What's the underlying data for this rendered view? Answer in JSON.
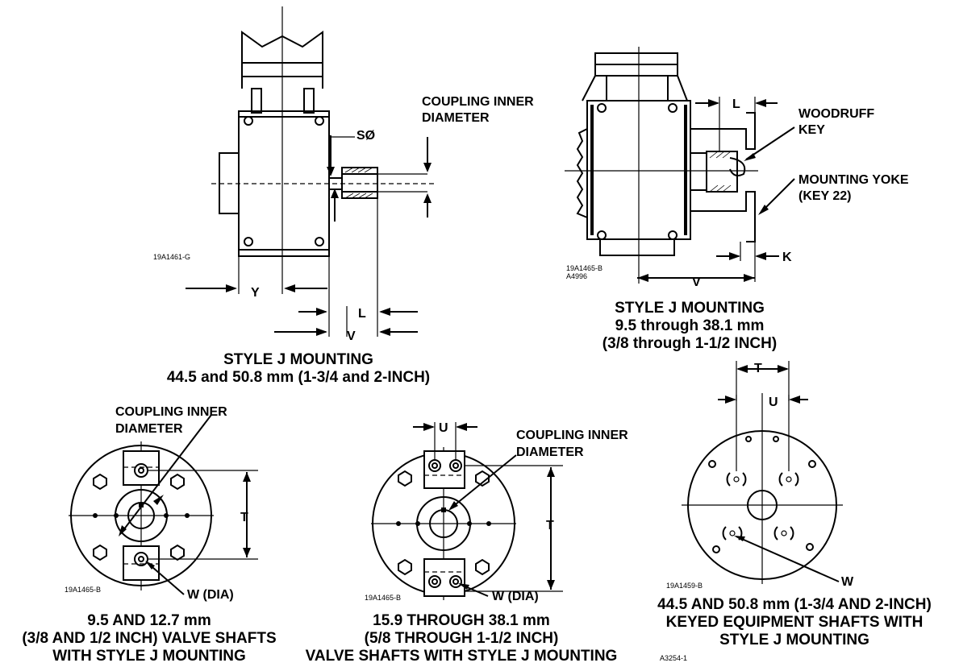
{
  "views": {
    "top_left": {
      "labels": {
        "coupling_inner_diameter_1": "COUPLING INNER",
        "coupling_inner_diameter_2": "DIAMETER",
        "s_dia": "SØ",
        "y": "Y",
        "l": "L",
        "v": "V"
      },
      "ref": "19A1461-G",
      "caption": [
        "STYLE J MOUNTING",
        "44.5 and 50.8 mm (1-3/4 and 2-INCH)"
      ]
    },
    "top_right": {
      "labels": {
        "l": "L",
        "woodruff_1": "WOODRUFF",
        "woodruff_2": "KEY",
        "yoke_1": "MOUNTING YOKE",
        "yoke_2": "(KEY 22)",
        "k": "K",
        "v": "V"
      },
      "ref": [
        "19A1465-B",
        "A4996"
      ],
      "caption": [
        "STYLE J MOUNTING",
        "9.5 through 38.1 mm",
        "(3/8 through 1-1/2 INCH)"
      ]
    },
    "bottom_left": {
      "labels": {
        "coupling_inner_diameter_1": "COUPLING INNER",
        "coupling_inner_diameter_2": "DIAMETER",
        "t": "T",
        "w_dia": "W (DIA)"
      },
      "ref": "19A1465-B",
      "caption": [
        "9.5 AND 12.7 mm",
        "(3/8 AND 1/2 INCH) VALVE SHAFTS",
        "WITH STYLE J MOUNTING"
      ]
    },
    "bottom_middle": {
      "labels": {
        "u": "U",
        "coupling_inner_diameter_1": "COUPLING INNER",
        "coupling_inner_diameter_2": "DIAMETER",
        "t": "T",
        "w_dia": "W (DIA)"
      },
      "ref": "19A1465-B",
      "caption": [
        "15.9 THROUGH 38.1 mm",
        "(5/8 THROUGH 1-1/2 INCH)",
        "VALVE SHAFTS WITH STYLE J MOUNTING"
      ]
    },
    "bottom_right": {
      "labels": {
        "t": "T",
        "u": "U",
        "w": "W"
      },
      "ref": "19A1459-B",
      "caption": [
        "44.5 AND 50.8 mm (1-3/4 AND 2-INCH)",
        "KEYED EQUIPMENT SHAFTS WITH",
        "STYLE J MOUNTING"
      ],
      "sheet_ref": "A3254-1"
    }
  }
}
